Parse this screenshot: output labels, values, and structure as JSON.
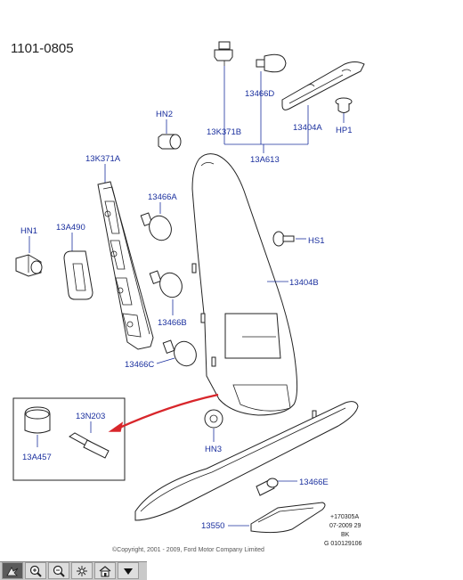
{
  "diagram": {
    "reference": "1101-0805",
    "labels": {
      "l13K371B": "13K371B",
      "l13466D": "13466D",
      "l13404A": "13404A",
      "lHP1": "HP1",
      "lHN2": "HN2",
      "l13A613": "13A613",
      "l13K371A": "13K371A",
      "l13466A": "13466A",
      "lHN1": "HN1",
      "l13A490": "13A490",
      "lHS1": "HS1",
      "l13404B": "13404B",
      "l13466B": "13466B",
      "l13466C": "13466C",
      "l13N203": "13N203",
      "lHN3": "HN3",
      "l13A457": "13A457",
      "l13466E": "13466E",
      "l13550": "13550"
    },
    "stamp": [
      "+170305A",
      "07-2009 29",
      "BK",
      "G 010129106"
    ],
    "copyright": "©Copyright, 2001 - 2009, Ford Motor Company Limited"
  },
  "toolbar": {
    "buttons": [
      "select-icon",
      "zoom-in-icon",
      "zoom-out-icon",
      "fit-icon",
      "home-icon",
      "menu-down-icon"
    ]
  }
}
